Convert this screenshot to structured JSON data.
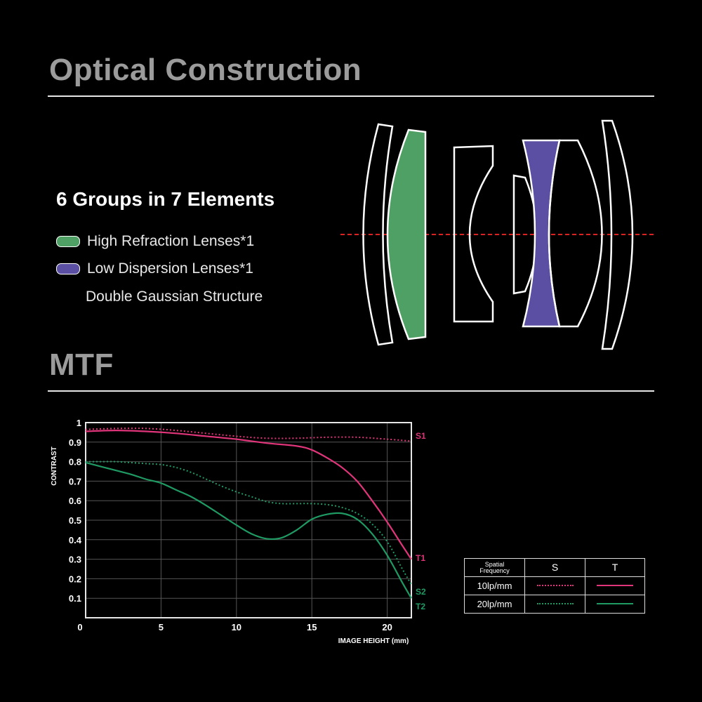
{
  "sections": {
    "optical_title": "Optical Construction",
    "mtf_title": "MTF"
  },
  "optics": {
    "groups_heading": "6 Groups in 7 Elements",
    "legend": [
      {
        "label": "High Refraction Lenses*1",
        "color": "#4fa064"
      },
      {
        "label": "Low Dispersion Lenses*1",
        "color": "#5a4fa3"
      }
    ],
    "structure_note": "Double Gaussian Structure",
    "axis_color": "#e0201e"
  },
  "frequency_table": {
    "header_line1": "Spatial",
    "header_line2": "Frequency",
    "col_s": "S",
    "col_t": "T",
    "rows": [
      {
        "label": "10lp/mm",
        "color": "#e0357a"
      },
      {
        "label": "20lp/mm",
        "color": "#1f9a63"
      }
    ]
  },
  "chart_data": {
    "type": "line",
    "ylabel": "CONTRAST",
    "xlabel": "IMAGE HEIGHT  (mm)",
    "xlim": [
      0,
      21.6
    ],
    "ylim": [
      0,
      1
    ],
    "x_ticks": [
      0,
      5,
      10,
      15,
      20
    ],
    "y_ticks": [
      0.1,
      0.2,
      0.3,
      0.4,
      0.5,
      0.6,
      0.7,
      0.8,
      0.9,
      1
    ],
    "y_tick_labels": [
      "0.1",
      "0.2",
      "0.3",
      "0.4",
      "0.5",
      "0.6",
      "0.7",
      "0.8",
      "0.9",
      "1"
    ],
    "grid": true,
    "series": [
      {
        "name": "S1",
        "style": "dotted",
        "color": "#e0357a",
        "x": [
          0,
          2,
          4,
          6,
          8,
          10,
          12,
          14,
          16,
          18,
          20,
          21.6
        ],
        "y": [
          0.965,
          0.97,
          0.97,
          0.96,
          0.945,
          0.93,
          0.92,
          0.92,
          0.925,
          0.925,
          0.915,
          0.905
        ]
      },
      {
        "name": "T1",
        "style": "solid",
        "color": "#e0357a",
        "x": [
          0,
          2,
          4,
          6,
          8,
          10,
          12,
          14,
          15,
          16,
          17,
          18,
          19,
          20,
          21,
          21.6
        ],
        "y": [
          0.955,
          0.96,
          0.955,
          0.945,
          0.93,
          0.915,
          0.895,
          0.88,
          0.86,
          0.82,
          0.77,
          0.7,
          0.6,
          0.49,
          0.37,
          0.3
        ]
      },
      {
        "name": "S2",
        "style": "dotted",
        "color": "#1f9a63",
        "x": [
          0,
          1,
          2,
          3,
          4,
          5,
          6,
          7,
          8,
          9,
          10,
          11,
          12,
          13,
          14,
          15,
          16,
          17,
          18,
          19,
          20,
          21,
          21.6
        ],
        "y": [
          0.8,
          0.8,
          0.8,
          0.795,
          0.79,
          0.785,
          0.77,
          0.745,
          0.71,
          0.675,
          0.645,
          0.62,
          0.595,
          0.585,
          0.585,
          0.585,
          0.58,
          0.565,
          0.535,
          0.48,
          0.39,
          0.25,
          0.17
        ]
      },
      {
        "name": "T2",
        "style": "solid",
        "color": "#1f9a63",
        "x": [
          0,
          1,
          2,
          3,
          4,
          5,
          6,
          7,
          8,
          9,
          10,
          11,
          12,
          13,
          14,
          15,
          16,
          17,
          18,
          19,
          20,
          21,
          21.6
        ],
        "y": [
          0.795,
          0.775,
          0.755,
          0.735,
          0.71,
          0.69,
          0.655,
          0.62,
          0.575,
          0.525,
          0.475,
          0.43,
          0.405,
          0.41,
          0.45,
          0.505,
          0.53,
          0.535,
          0.505,
          0.43,
          0.32,
          0.18,
          0.1
        ]
      }
    ]
  }
}
